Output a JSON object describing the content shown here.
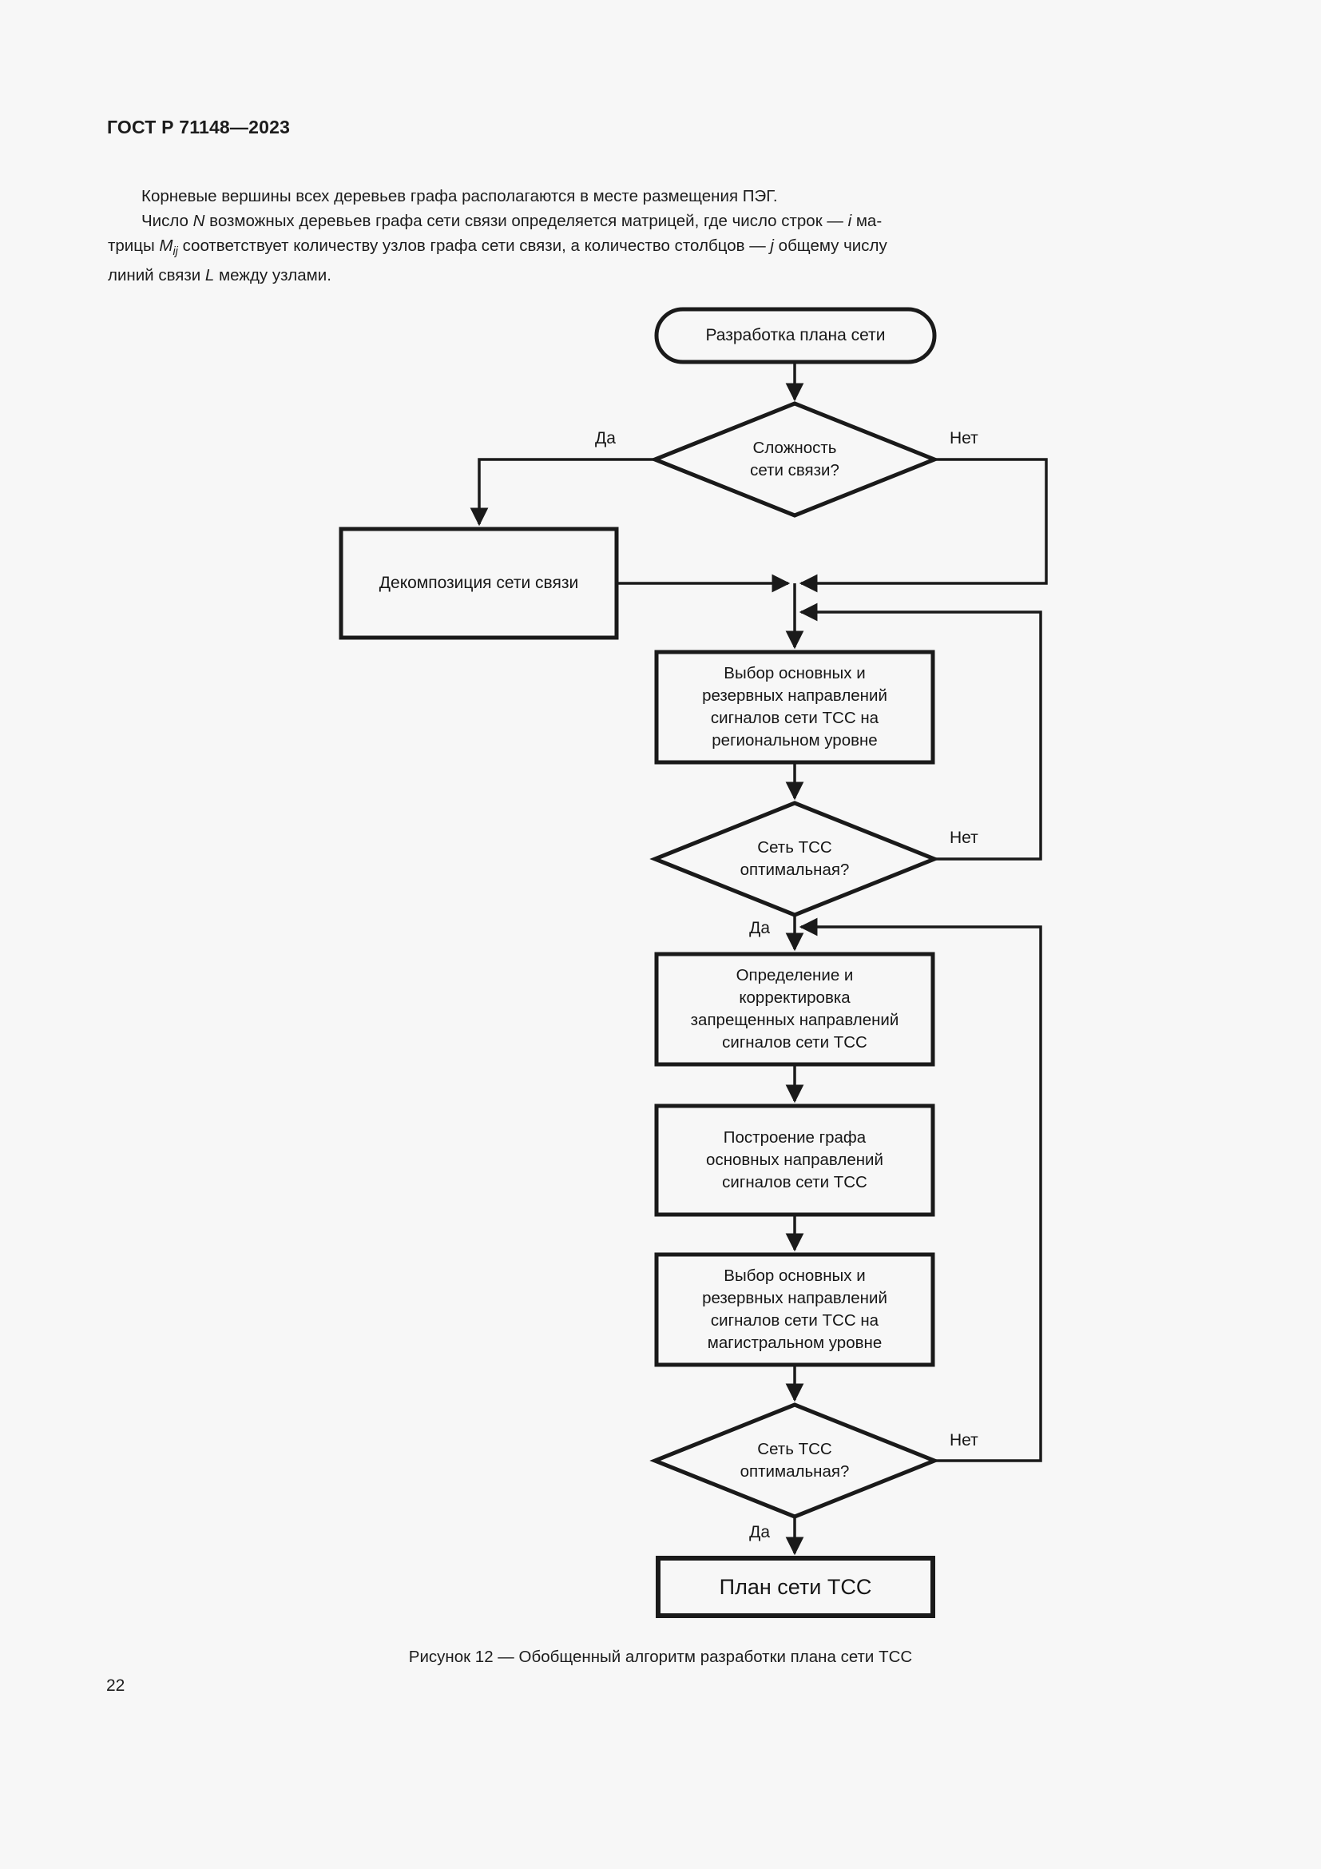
{
  "header": {
    "title": "ГОСТ Р 71148—2023"
  },
  "body_text": {
    "lines": [
      {
        "runs": [
          {
            "t": "Корневые вершины всех деревьев графа располагаются в месте размещения ПЭГ."
          }
        ]
      },
      {
        "runs": [
          {
            "t": "Число "
          },
          {
            "t": "N",
            "i": true
          },
          {
            "t": " возможных деревьев графа сети связи определяется матрицей, где число строк — "
          },
          {
            "t": "i",
            "i": true
          },
          {
            "t": " ма-"
          }
        ]
      },
      {
        "runs": [
          {
            "t": "трицы "
          },
          {
            "t": "M",
            "i": true
          },
          {
            "t": "ij",
            "i": true,
            "sub": true
          },
          {
            "t": " соответствует количеству узлов графа сети связи, а количество столбцов — "
          },
          {
            "t": "j",
            "i": true
          },
          {
            "t": " общему числу"
          }
        ]
      },
      {
        "runs": [
          {
            "t": "линий связи "
          },
          {
            "t": "L",
            "i": true
          },
          {
            "t": " между узлами."
          }
        ]
      }
    ]
  },
  "flowchart": {
    "line_color": "#1a1a1a",
    "start_label": "Разработка плана сети",
    "decision_complexity": "Сложность\nсети связи?",
    "process_decomposition": "Декомпозиция сети связи",
    "process_select_regional": "Выбор основных и\nрезервных направлений\nсигналов сети ТСС на\nрегиональном уровне",
    "decision_optimal_1": "Сеть ТСС\nоптимальная?",
    "process_define_forbidden": "Определение и\nкорректировка\nзапрещенных направлений\nсигналов сети ТСС",
    "process_build_graph": "Построение графа\nосновных направлений\nсигналов сети ТСС",
    "process_select_backbone": "Выбор основных и\nрезервных направлений\nсигналов сети ТСС на\nмагистральном уровне",
    "decision_optimal_2": "Сеть ТСС\nоптимальная?",
    "end_label": "План сети ТСС",
    "branch_yes": "Да",
    "branch_no": "Нет"
  },
  "caption": {
    "text": "Рисунок 12 — Обобщенный алгоритм разработки плана сети ТСС"
  },
  "footer": {
    "page_number": "22"
  }
}
